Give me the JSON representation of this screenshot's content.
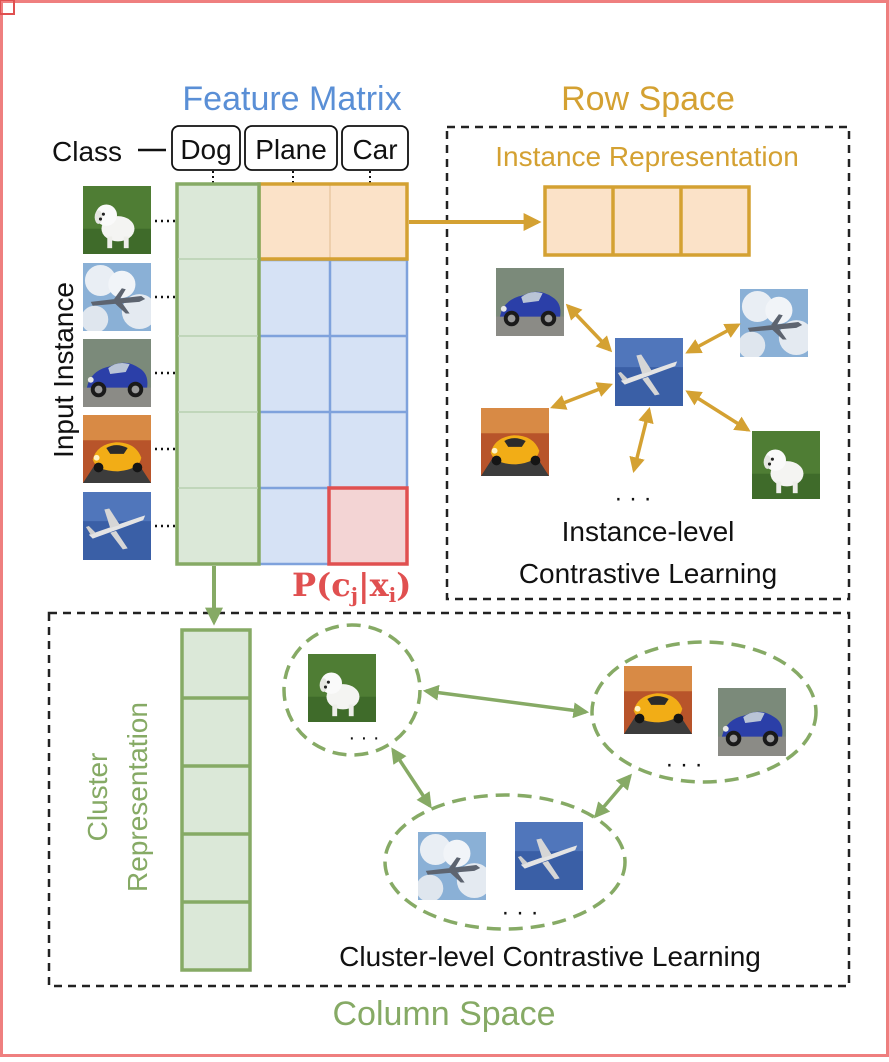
{
  "title_feature_matrix": "Feature Matrix",
  "title_row_space": "Row Space",
  "title_column_space": "Column Space",
  "class_label": "Class",
  "classes": [
    "Dog",
    "Plane",
    "Car"
  ],
  "input_instance_label": "Input Instance",
  "instance_representation_label": "Instance Representation",
  "instance_level_line1": "Instance-level",
  "instance_level_line2": "Contrastive Learning",
  "cluster_rep_line1": "Cluster",
  "cluster_rep_line2": "Representation",
  "cluster_level_label": "Cluster-level Contrastive Learning",
  "ellipsis": "· · ·",
  "formula": {
    "p": "P",
    "open": "(",
    "c": "c",
    "j": "j",
    "bar": "|",
    "x": "x",
    "i": "i",
    "close": ")"
  },
  "colors": {
    "frame": "#ef7f7f",
    "blue_title": "#5a8fd6",
    "gold": "#d4a132",
    "gold_fill": "#fbe2c8",
    "green": "#86aa65",
    "green_fill": "#dbe8d8",
    "blue_fill": "#d6e2f5",
    "blue_line": "#7fa2dc",
    "red": "#e05050",
    "red_fill": "#f3d4d4"
  },
  "icons": {
    "dog": "dog-image-icon",
    "plane": "plane-image-icon",
    "car_blue": "blue-car-image-icon",
    "car_orange": "orange-car-image-icon"
  }
}
